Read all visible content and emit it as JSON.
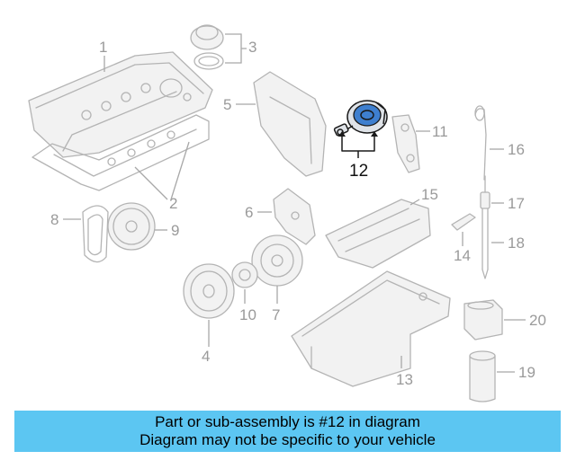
{
  "diagram": {
    "highlighted_part": "12",
    "callouts": [
      "1",
      "2",
      "3",
      "4",
      "5",
      "6",
      "7",
      "8",
      "9",
      "10",
      "11",
      "12",
      "13",
      "14",
      "15",
      "16",
      "17",
      "18",
      "19",
      "20"
    ]
  },
  "banner": {
    "line1": "Part or sub-assembly is #12 in diagram",
    "line2": "Diagram may not be specific to your vehicle"
  },
  "colors": {
    "banner_bg": "#5cc6f2",
    "part_stroke": "#b4b4b4",
    "highlight_stroke": "#1a1a1a",
    "highlight_accent": "#3e7fcf"
  }
}
